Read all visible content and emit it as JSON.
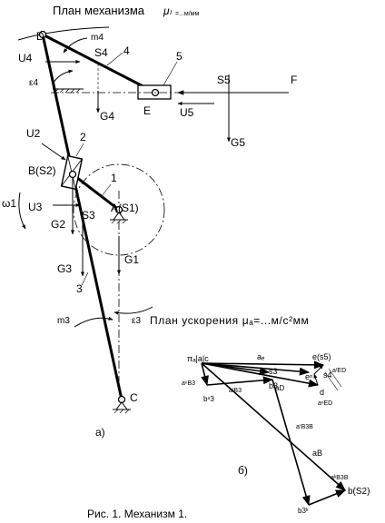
{
  "header": {
    "title": "План механизма",
    "scale_symbol": "μₗ",
    "scale_value": "=...м/мм"
  },
  "mechanism": {
    "point_D": "D",
    "point_E": "E",
    "point_B": "B(S2)",
    "point_A": "A(S1)",
    "point_C": "C",
    "link_4": "4",
    "link_5": "5",
    "link_2": "2",
    "link_1": "1",
    "link_3": "3",
    "m4": "m4",
    "S4": "S4",
    "U4": "U4",
    "eps4": "ε4",
    "G4": "G4",
    "U5": "U5",
    "S5": "S5",
    "F": "F",
    "G5": "G5",
    "U2": "U2",
    "omega1": "ω1",
    "U3": "U3",
    "G2": "G2",
    "S3": "S3",
    "G1": "G1",
    "G3": "G3",
    "m3": "m3",
    "eps3": "ε3",
    "caption_a": "а)"
  },
  "acceleration_plan": {
    "title": "План ускорения μₐ=...м/с²мм",
    "pole": "πₐ|a|c",
    "e_s5": "e(s5)",
    "aE": "aₑ",
    "s3": "s3",
    "s4": "s4",
    "e_n": "eⁿ",
    "d": "d",
    "a_ED_t": "aᵗED",
    "a_ED_n": "aⁿED",
    "a_D": "aD",
    "a_n_B3": "aⁿB3",
    "a_t_B3": "aᵗB3",
    "a_r_B3B": "aʳB3B",
    "a_B": "aB",
    "b3": "b3",
    "b3_n": "bⁿ3",
    "b3_k": "b3ᵏ",
    "a_k_B3B": "aᵏB3B",
    "b_s2": "b(S2)",
    "caption_b": "б)"
  },
  "figure_caption": "Рис. 1. Механизм 1."
}
